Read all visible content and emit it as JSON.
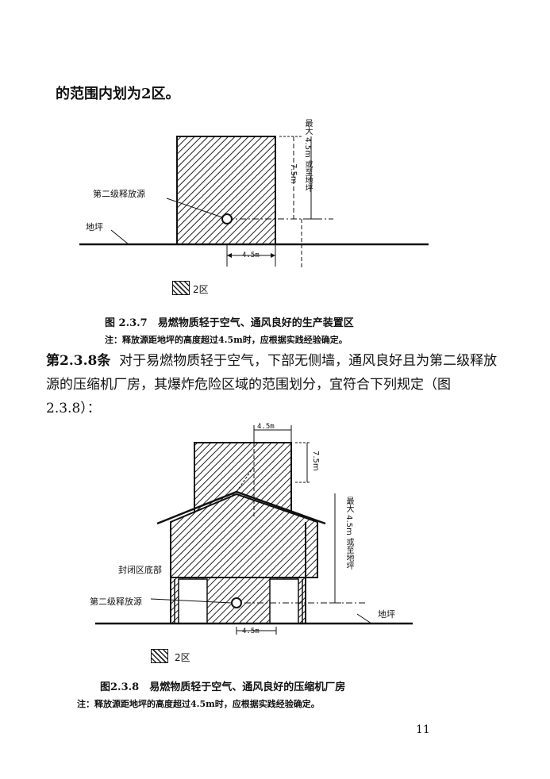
{
  "page": {
    "lead_text": "的范围内划为2区。",
    "page_number": "11"
  },
  "figure1": {
    "label_source": "第二级释放源",
    "label_ground": "地坪",
    "dim_height": "7.5m",
    "dim_max": "最大 4.5m 或至地坪",
    "dim_width": "4.5m",
    "legend": "2区",
    "caption": "图 2.3.7　易燃物质轻于空气、通风良好的生产装置区",
    "note": "注：释放源距地坪的高度超过4.5m时，应根据实践经验确定。"
  },
  "article": {
    "number": "第2.3.8条",
    "text": "对于易燃物质轻于空气，下部无侧墙，通风良好且为第二级释放源的压缩机厂房，其爆炸危险区域的范围划分，宜符合下列规定（图2.3.8）："
  },
  "figure2": {
    "dim_top_width": "4.5m",
    "dim_top_height": "7.5m",
    "dim_max": "最大 4.5m 或至地坪",
    "label_enclosed": "封闭区底部",
    "label_source": "第二级释放源",
    "label_ground": "地坪",
    "dim_bottom_width": "4.5m",
    "legend": "2区",
    "caption": "图2.3.8　易燃物质轻于空气、通风良好的压缩机厂房",
    "note": "注：释放源距地坪的高度超过4.5m时，应根据实践经验确定。"
  },
  "colors": {
    "ink": "#111111",
    "paper": "#ffffff"
  }
}
